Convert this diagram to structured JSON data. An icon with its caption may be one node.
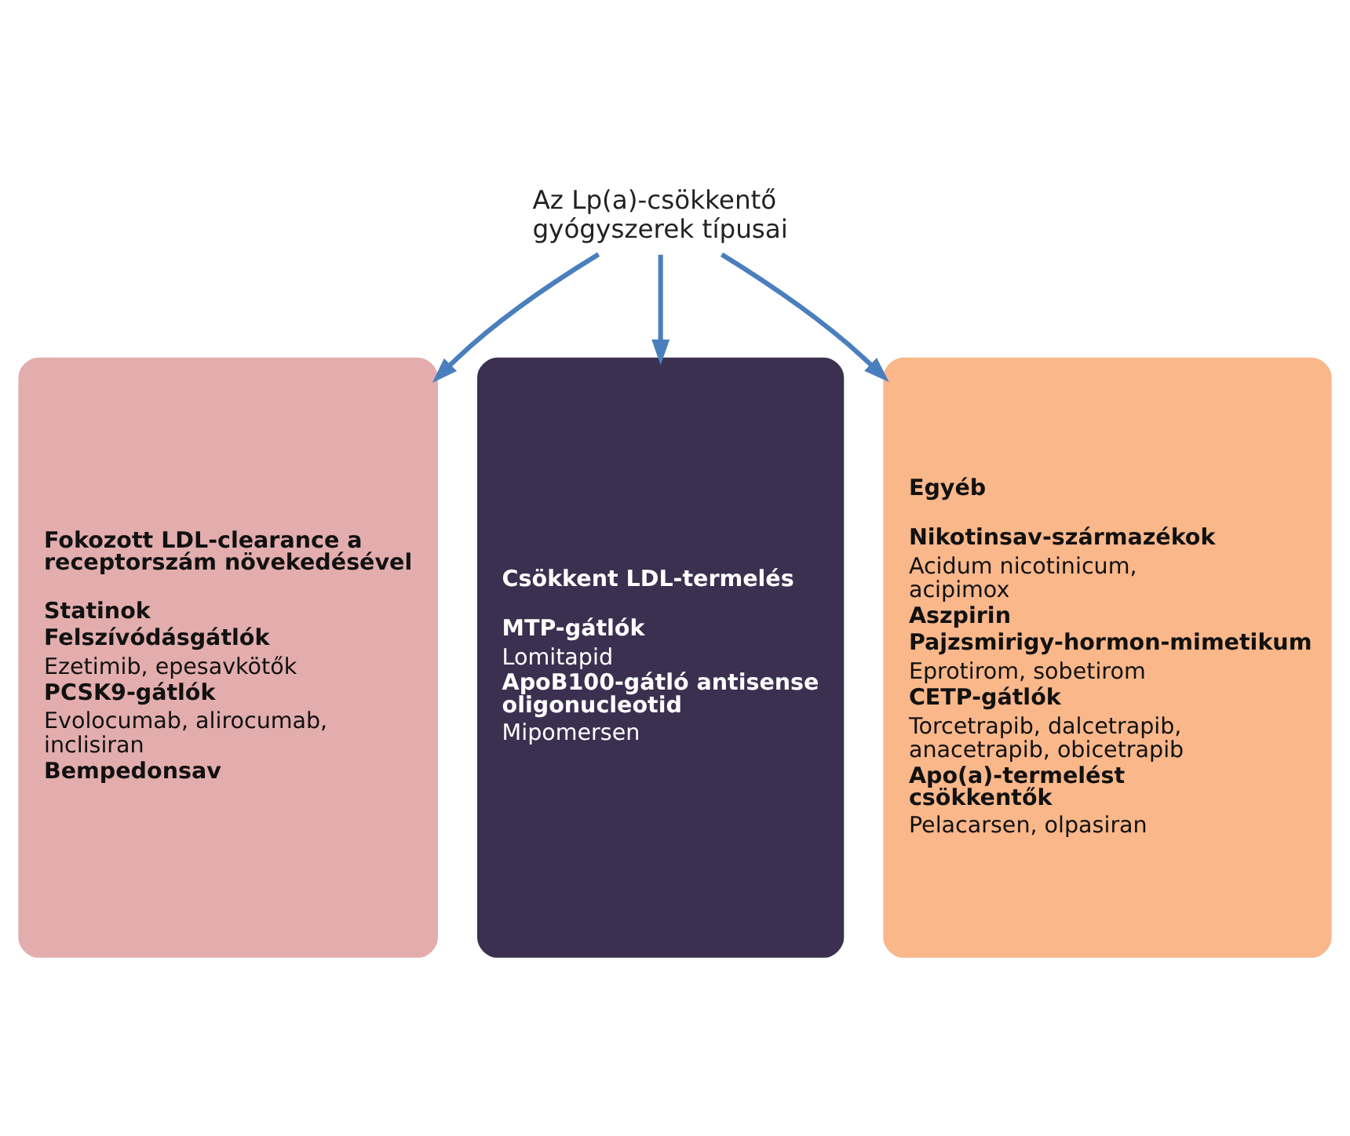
{
  "diagram": {
    "nodes": [
      {
        "text": [
          "Az Lp(a)-csökkentő gyógyszerek típusai"
        ]
      },
      {
        "text": [
          "Fokozott LDL-clearance a receptorszám növekedésével",
          "Statinok",
          "Felszívódásgátlók",
          "Ezetimib, epesavkötők",
          "PCSK9-gátlók",
          "Evolocumab, alirocumab, inclisiran",
          "Bempedonsav"
        ]
      },
      {
        "text": [
          "Csökkent LDL-termelés",
          "MTP-gátlók",
          "Lomitapid",
          "ApoB100-gátló antisense oligonucleotid",
          "Mipomersen"
        ]
      },
      {
        "text": [
          "Egyéb",
          "Nikotinsav-származékok",
          "Acidum nicotinicum, acipimox",
          "Aszpirin",
          "Pajzsmirigy-hormon-mimetikum",
          "Eprotirom, sobetirom",
          "CETP-gátlók",
          "Torcetrapib, dalcetrapib, anacetrapib, obicetrapib",
          "Apo(a)-termelést csökkentők",
          "Pelacarsen, olpasiran"
        ]
      }
    ],
    "edges": [
      {
        "from": 0,
        "to": 1,
        "arrow": "to"
      },
      {
        "from": 0,
        "to": 2,
        "arrow": "to"
      },
      {
        "from": 0,
        "to": 3,
        "arrow": "to"
      }
    ]
  }
}
